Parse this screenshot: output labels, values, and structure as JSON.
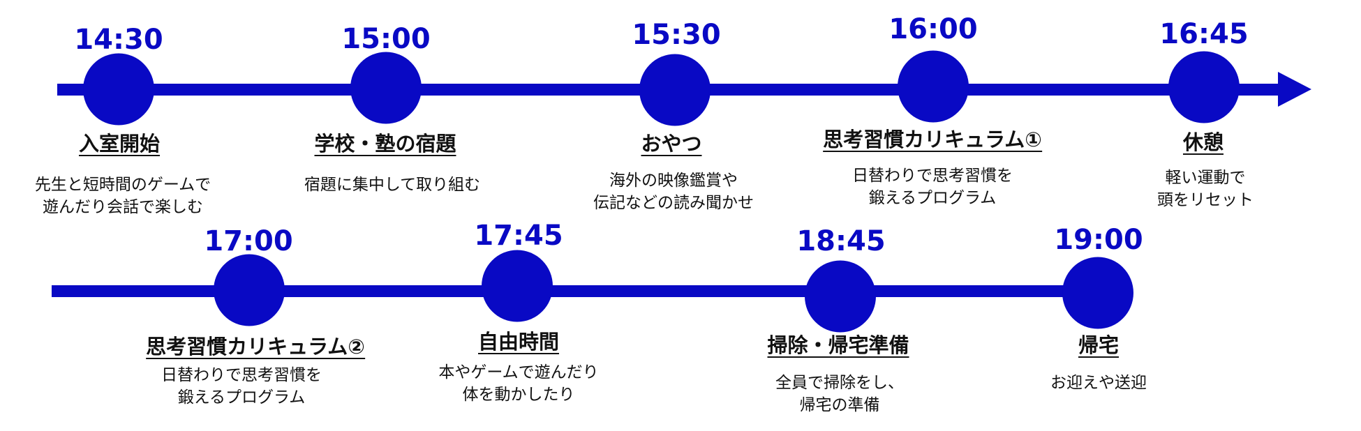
{
  "colors": {
    "accent": "#0909C4",
    "text": "#111111",
    "background": "#FFFFFF"
  },
  "timeline": {
    "row1": [
      {
        "time": "14:30",
        "title": "入室開始",
        "desc": [
          "先生と短時間のゲームで",
          "遊んだり会話で楽しむ"
        ]
      },
      {
        "time": "15:00",
        "title": "学校・塾の宿題",
        "desc": [
          "宿題に集中して取り組む"
        ]
      },
      {
        "time": "15:30",
        "title": "おやつ",
        "desc": [
          "海外の映像鑑賞や",
          "伝記などの読み聞かせ"
        ]
      },
      {
        "time": "16:00",
        "title": "思考習慣カリキュラム①",
        "desc": [
          "日替わりで思考習慣を",
          "鍛えるプログラム"
        ]
      },
      {
        "time": "16:45",
        "title": "休憩",
        "desc": [
          "軽い運動で",
          "頭をリセット"
        ]
      }
    ],
    "row2": [
      {
        "time": "17:00",
        "title": "思考習慣カリキュラム②",
        "desc": [
          "日替わりで思考習慣を",
          "鍛えるプログラム"
        ]
      },
      {
        "time": "17:45",
        "title": "自由時間",
        "desc": [
          "本やゲームで遊んだり",
          "体を動かしたり"
        ]
      },
      {
        "time": "18:45",
        "title": "掃除・帰宅準備",
        "desc": [
          "全員で掃除をし、",
          "帰宅の準備"
        ]
      },
      {
        "time": "19:00",
        "title": "帰宅",
        "desc": [
          "お迎えや送迎"
        ]
      }
    ]
  }
}
